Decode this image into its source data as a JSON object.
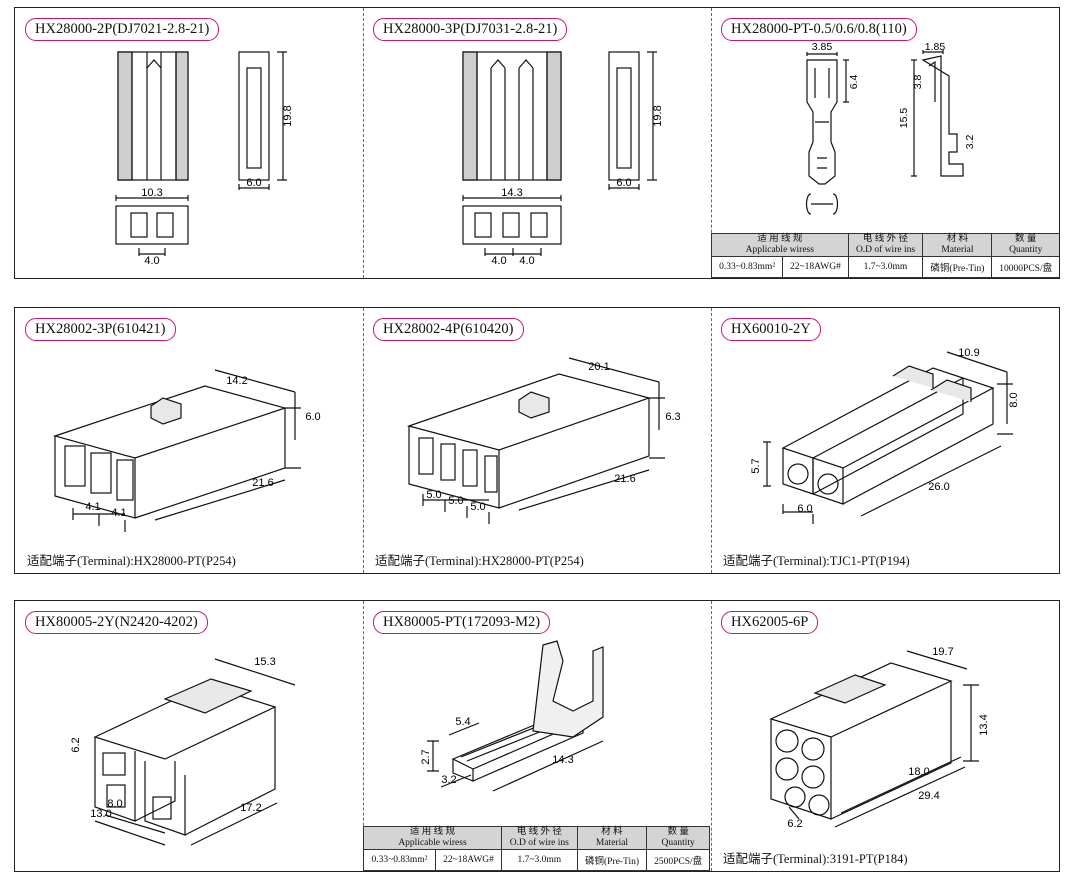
{
  "rows": [
    {
      "panels": [
        {
          "title": "HX28000-2P(DJ7021-2.8-21)",
          "dims": {
            "height": "19.8",
            "depth": "6.0",
            "width": "10.3",
            "pitch": "4.0"
          }
        },
        {
          "title": "HX28000-3P(DJ7031-2.8-21)",
          "dims": {
            "height": "19.8",
            "depth": "6.0",
            "width": "14.3",
            "pitch1": "4.0",
            "pitch2": "4.0"
          }
        },
        {
          "title": "HX28000-PT-0.5/0.6/0.8(110)",
          "dims": {
            "a": "3.85",
            "b": "6.4",
            "c": "1.85",
            "d": "3.8",
            "e": "15.5",
            "f": "3.2"
          }
        }
      ]
    },
    {
      "panels": [
        {
          "title": "HX28002-3P(610421)",
          "dims": {
            "w": "14.2",
            "h": "6.0",
            "l": "21.6",
            "p1": "4.1",
            "p2": "4.1"
          },
          "footnote": "适配端子(Terminal):HX28000-PT(P254)"
        },
        {
          "title": "HX28002-4P(610420)",
          "dims": {
            "w": "20.1",
            "h": "6.3",
            "l": "21.6",
            "p1": "5.0",
            "p2": "5.0",
            "p3": "5.0"
          },
          "footnote": "适配端子(Terminal):HX28000-PT(P254)"
        },
        {
          "title": "HX60010-2Y",
          "dims": {
            "w": "10.9",
            "h": "8.0",
            "h2": "5.7",
            "l": "26.0",
            "p": "6.0"
          },
          "footnote": "适配端子(Terminal):TJC1-PT(P194)"
        }
      ]
    },
    {
      "panels": [
        {
          "title": "HX80005-2Y(N2420-4202)",
          "dims": {
            "w": "15.3",
            "h": "6.2",
            "a": "8.0",
            "b": "13.0",
            "l": "17.2"
          }
        },
        {
          "title": "HX80005-PT(172093-M2)",
          "dims": {
            "a": "5.4",
            "b": "2.7",
            "c": "3.2",
            "l": "14.3"
          }
        },
        {
          "title": "HX62005-6P",
          "dims": {
            "w": "19.7",
            "h": "13.4",
            "a": "18.0",
            "b": "29.4",
            "c": "6.2"
          },
          "footnote": "适配端子(Terminal):3191-PT(P184)"
        }
      ]
    }
  ],
  "spec_tables": {
    "headers": {
      "wires_cn": "适 用 线 规",
      "wires_en": "Applicable wiress",
      "od_cn": "电 线 外 径",
      "od_en": "O.D of wire ins",
      "mat_cn": "材 料",
      "mat_en": "Material",
      "qty_cn": "数 量",
      "qty_en": "Quantity"
    },
    "pt110": {
      "mm": "0.33~0.83mm²",
      "awg": "22~18AWG#",
      "od": "1.7~3.0mm",
      "material": "磷铜(Pre-Tin)",
      "quantity": "10000PCS/盘"
    },
    "pt172093": {
      "mm": "0.33~0.83mm²",
      "awg": "22~18AWG#",
      "od": "1.7~3.0mm",
      "material": "磷铜(Pre-Tin)",
      "quantity": "2500PCS/盘"
    }
  },
  "colors": {
    "accent": "#c8147a",
    "border": "#222222",
    "header_bg": "#d4d4d4"
  }
}
